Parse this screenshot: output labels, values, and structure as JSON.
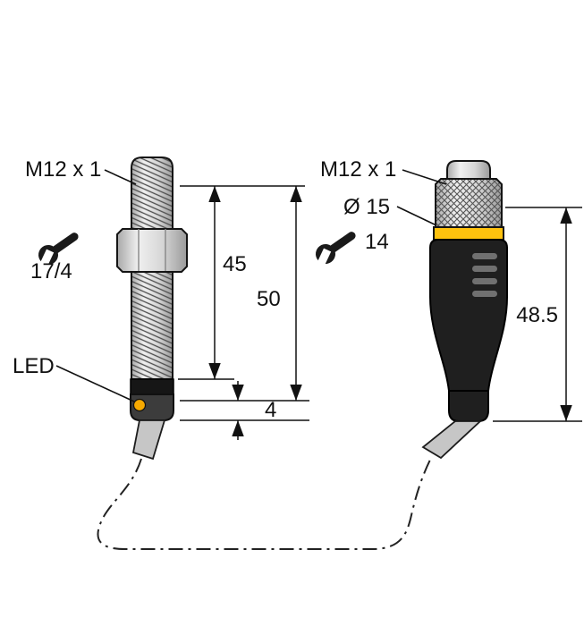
{
  "diagram": {
    "sensor": {
      "thread_label": "M12 x 1",
      "wrench_size": "17/4",
      "led_label": "LED",
      "dims": {
        "thread_length": "45",
        "housing_length": "50",
        "tip_length": "4"
      }
    },
    "connector": {
      "thread_label": "M12 x 1",
      "diameter": "Ø 15",
      "wrench_size": "14",
      "dims": {
        "total_length": "48.5"
      }
    },
    "colors": {
      "accent_yellow": "#ffc20e",
      "led_yellow": "#f5a800",
      "metal_light": "#d9d9d9",
      "body_dark": "#1f1f1f",
      "cable_gray": "#c6c6c6",
      "line": "#111111"
    }
  }
}
